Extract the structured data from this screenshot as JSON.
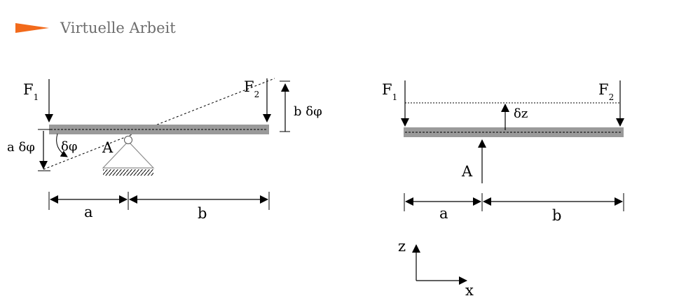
{
  "header": {
    "title": "Virtuelle Arbeit",
    "accent_color": "#f26a1b",
    "icon": "orange-triangle-icon"
  },
  "left_figure": {
    "force_1": {
      "letter": "F",
      "index": "1"
    },
    "force_2": {
      "letter": "F",
      "index": "2"
    },
    "support_label": "A",
    "rotation_angle_label": "δφ",
    "left_displacement_label": "a δφ",
    "right_displacement_label": "b δφ",
    "dimension_a": "a",
    "dimension_b": "b"
  },
  "right_figure": {
    "force_1": {
      "letter": "F",
      "index": "1"
    },
    "force_2": {
      "letter": "F",
      "index": "2"
    },
    "reaction_label": "A",
    "displacement_label": "δz",
    "dimension_a": "a",
    "dimension_b": "b"
  },
  "axes": {
    "vertical_label": "z",
    "horizontal_label": "x"
  },
  "colors": {
    "beam": "#9a9a9a",
    "ink": "#000000",
    "support": "#8c8c8c"
  }
}
